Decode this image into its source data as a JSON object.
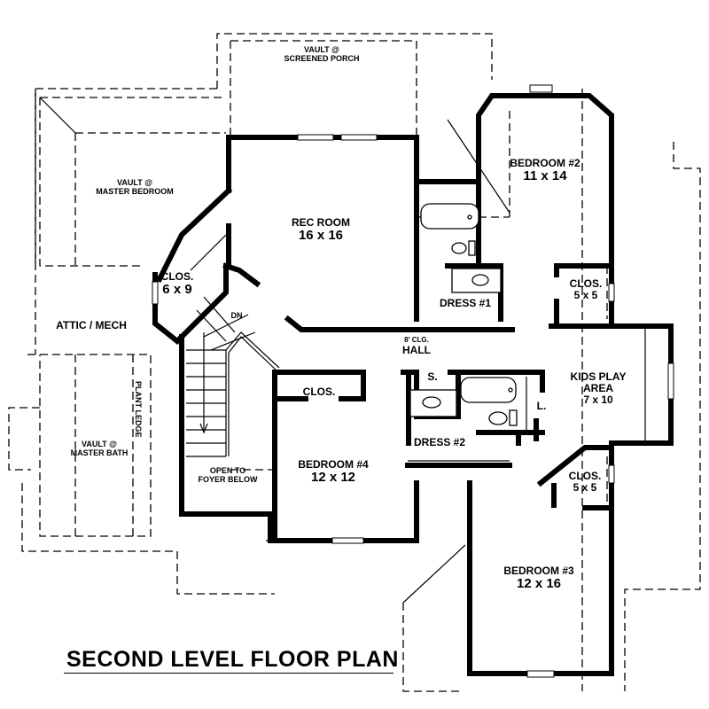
{
  "title": "SECOND LEVEL FLOOR PLAN",
  "rooms": {
    "vault_porch": {
      "line1": "VAULT @",
      "line2": "SCREENED PORCH"
    },
    "vault_master_bedroom": {
      "line1": "VAULT @",
      "line2": "MASTER BEDROOM"
    },
    "rec_room": {
      "name": "REC ROOM",
      "dim": "16 x 16"
    },
    "bedroom2": {
      "name": "BEDROOM #2",
      "dim": "11 x 14"
    },
    "closet_6x9": {
      "name": "CLOS.",
      "dim": "6 x 9"
    },
    "attic": {
      "name": "ATTIC / MECH"
    },
    "stair_dn": {
      "label": "DN"
    },
    "dress1": {
      "name": "DRESS #1"
    },
    "closet_5x5_upper": {
      "name": "CLOS.",
      "dim": "5 x 5"
    },
    "hall": {
      "note": "8' CLG.",
      "name": "HALL"
    },
    "linen_s": {
      "name": "S."
    },
    "linen_l": {
      "name": "L."
    },
    "kids_play": {
      "line1": "KIDS PLAY",
      "line2": "AREA",
      "dim": "7 x 10"
    },
    "closet_bed4": {
      "name": "CLOS."
    },
    "plant_ledge": {
      "name": "PLANT LEDGE"
    },
    "vault_master_bath": {
      "line1": "VAULT @",
      "line2": "MASTER BATH"
    },
    "dress2": {
      "name": "DRESS #2"
    },
    "open_foyer": {
      "line1": "OPEN TO",
      "line2": "FOYER BELOW"
    },
    "bedroom4": {
      "name": "BEDROOM #4",
      "dim": "12 x 12"
    },
    "closet_5x5_lower": {
      "name": "CLOS.",
      "dim": "5 x 5"
    },
    "bedroom3": {
      "name": "BEDROOM #3",
      "dim": "12 x 16"
    }
  }
}
